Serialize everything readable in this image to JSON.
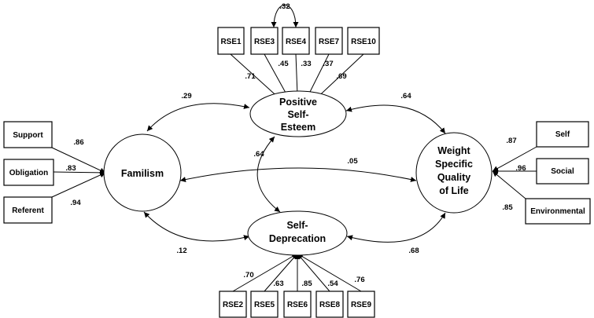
{
  "latent": {
    "familism": "Familism",
    "pse": [
      "Positive",
      "Self-",
      "Esteem"
    ],
    "sd": [
      "Self-",
      "Deprecation"
    ],
    "wsqol": [
      "Weight",
      "Specific",
      "Quality",
      "of Life"
    ]
  },
  "indicators": {
    "rse_top": [
      "RSE1",
      "RSE3",
      "RSE4",
      "RSE7",
      "RSE10"
    ],
    "rse_bottom": [
      "RSE2",
      "RSE5",
      "RSE6",
      "RSE8",
      "RSE9"
    ],
    "familism": [
      "Support",
      "Obligation",
      "Referent"
    ],
    "wsqol": [
      "Self",
      "Social",
      "Environmental"
    ]
  },
  "loadings": {
    "rse_top": [
      ".71",
      ".45",
      ".33",
      ".37",
      ".69"
    ],
    "rse_bottom": [
      ".70",
      ".63",
      ".85",
      ".54",
      ".76"
    ],
    "familism": [
      ".86",
      ".83",
      ".94"
    ],
    "wsqol": [
      ".87",
      ".96",
      ".85"
    ]
  },
  "correlations": {
    "rse3_rse4": ".32",
    "familism_pse": ".29",
    "pse_wsqol": ".64",
    "pse_sd": ".64",
    "familism_wsqol": ".05",
    "familism_sd": ".12",
    "sd_wsqol": ".68"
  }
}
